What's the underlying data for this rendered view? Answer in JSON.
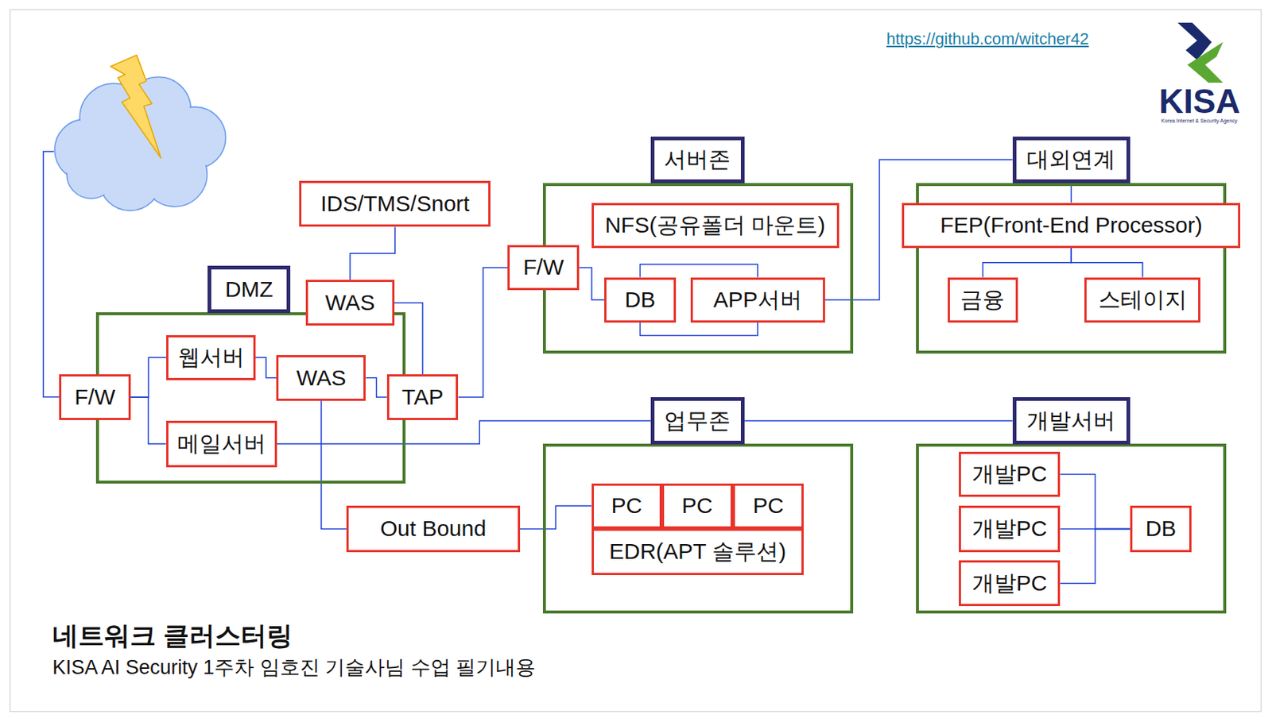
{
  "diagram": {
    "title": "네트워크 클러스터링",
    "caption": "KISA AI Security 1주차 임호진 기술사님 수업 필기내용",
    "nodes": [
      {
        "text": [
          "IDS/TMS/Snort"
        ]
      },
      {
        "text": [
          "서버존"
        ]
      },
      {
        "text": [
          "NFS(공유폴더 마운트)"
        ],
        "in": 1
      },
      {
        "text": [
          "DB"
        ],
        "in": 1
      },
      {
        "text": [
          "APP서버"
        ],
        "in": 1
      },
      {
        "text": [
          "F/W"
        ]
      },
      {
        "text": [
          "대외연계"
        ]
      },
      {
        "text": [
          "FEP(Front-End Processor)"
        ],
        "in": 6
      },
      {
        "text": [
          "금융"
        ],
        "in": 6
      },
      {
        "text": [
          "스테이지"
        ],
        "in": 6
      },
      {
        "text": [
          "DMZ"
        ]
      },
      {
        "text": [
          "WAS"
        ]
      },
      {
        "text": [
          "웹서버"
        ],
        "in": 10
      },
      {
        "text": [
          "WAS"
        ],
        "in": 10
      },
      {
        "text": [
          "F/W"
        ]
      },
      {
        "text": [
          "TAP"
        ]
      },
      {
        "text": [
          "메일서버"
        ],
        "in": 10
      },
      {
        "text": [
          "업무존"
        ]
      },
      {
        "text": [
          "개발서버"
        ]
      },
      {
        "text": [
          "Out Bound"
        ]
      },
      {
        "text": [
          "PC"
        ],
        "in": 17
      },
      {
        "text": [
          "PC"
        ],
        "in": 17
      },
      {
        "text": [
          "PC"
        ],
        "in": 17
      },
      {
        "text": [
          "EDR(APT 솔루션)"
        ],
        "in": 17
      },
      {
        "text": [
          "개발PC"
        ],
        "in": 18
      },
      {
        "text": [
          "개발PC"
        ],
        "in": 18
      },
      {
        "text": [
          "개발PC"
        ],
        "in": 18
      },
      {
        "text": [
          "DB"
        ],
        "in": 18
      }
    ],
    "edges": [
      {
        "from": 14,
        "to": 12,
        "arrow": "none"
      },
      {
        "from": 14,
        "to": 16,
        "arrow": "none"
      },
      {
        "from": 12,
        "to": 13,
        "arrow": "none"
      },
      {
        "from": 13,
        "to": 15,
        "arrow": "none"
      },
      {
        "from": 11,
        "to": 15,
        "arrow": "none"
      },
      {
        "from": 0,
        "to": 11,
        "arrow": "none"
      },
      {
        "from": 15,
        "to": 5,
        "arrow": "none"
      },
      {
        "from": 5,
        "to": 3,
        "arrow": "none"
      },
      {
        "from": 3,
        "to": 4,
        "arrow": "none"
      },
      {
        "from": 3,
        "to": 4,
        "arrow": "none"
      },
      {
        "from": 4,
        "to": 6,
        "arrow": "none"
      },
      {
        "from": 6,
        "to": 7,
        "arrow": "none"
      },
      {
        "from": 7,
        "to": 8,
        "arrow": "none"
      },
      {
        "from": 7,
        "to": 9,
        "arrow": "none"
      },
      {
        "from": 13,
        "to": 19,
        "arrow": "none"
      },
      {
        "from": 19,
        "to": 20,
        "arrow": "none"
      },
      {
        "from": 16,
        "to": 17,
        "arrow": "none"
      },
      {
        "from": 17,
        "to": 18,
        "arrow": "none"
      },
      {
        "from": 24,
        "to": 27,
        "arrow": "none"
      },
      {
        "from": 25,
        "to": 27,
        "arrow": "none"
      },
      {
        "from": 26,
        "to": 27,
        "arrow": "none"
      }
    ],
    "labels": [
      "https://github.com/witcher42",
      "KISA",
      "Korea Internet & Security Agency"
    ]
  }
}
